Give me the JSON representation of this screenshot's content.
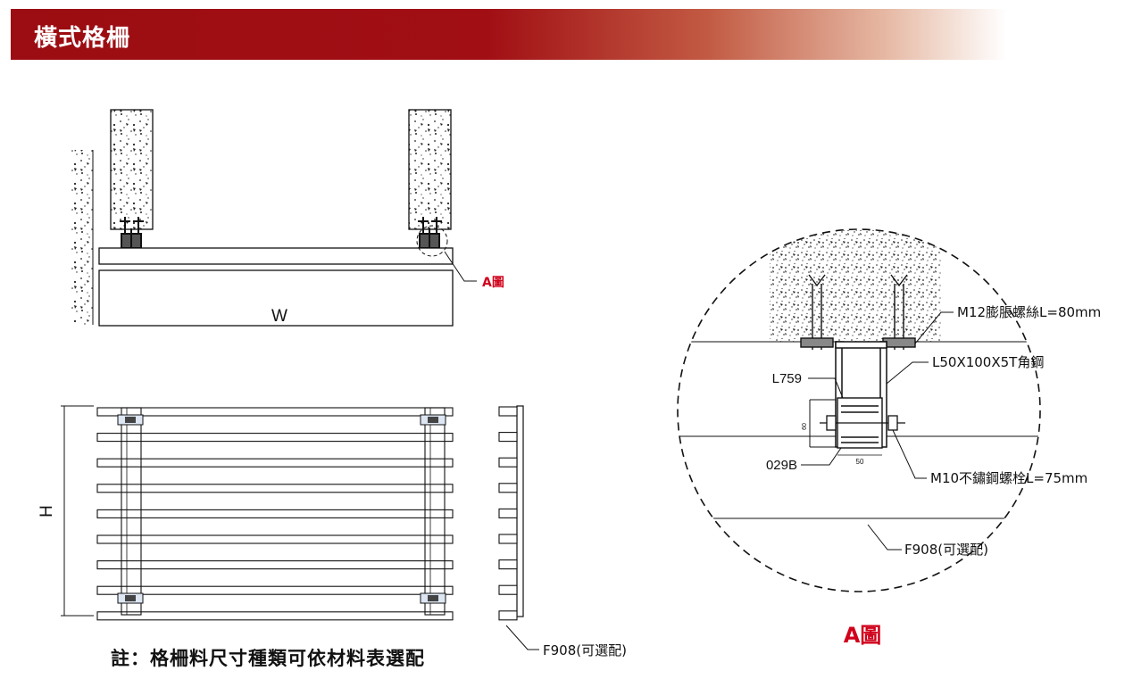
{
  "header": {
    "title": "橫式格柵",
    "color": "#a10f14"
  },
  "elevation": {
    "width_label": "W",
    "callout_label": "A圖"
  },
  "front_view": {
    "height_label": "H"
  },
  "side_view": {
    "callout": "F908(可選配)"
  },
  "note": "註：格柵料尺寸種類可依材料表選配",
  "detail_a": {
    "title": "A圖",
    "anchor_bolt": "M12膨脹螺絲L=80mm",
    "angle_steel": "L50X100X5T角鋼",
    "profile_code": "L759",
    "insert_code": "029B",
    "bolt": "M10不鏽鋼螺栓L=75mm",
    "optional_part": "F908(可選配)",
    "dim_height": "60",
    "dim_width": "50"
  },
  "colors": {
    "accent_red": "#d0021b",
    "line": "#111111"
  }
}
